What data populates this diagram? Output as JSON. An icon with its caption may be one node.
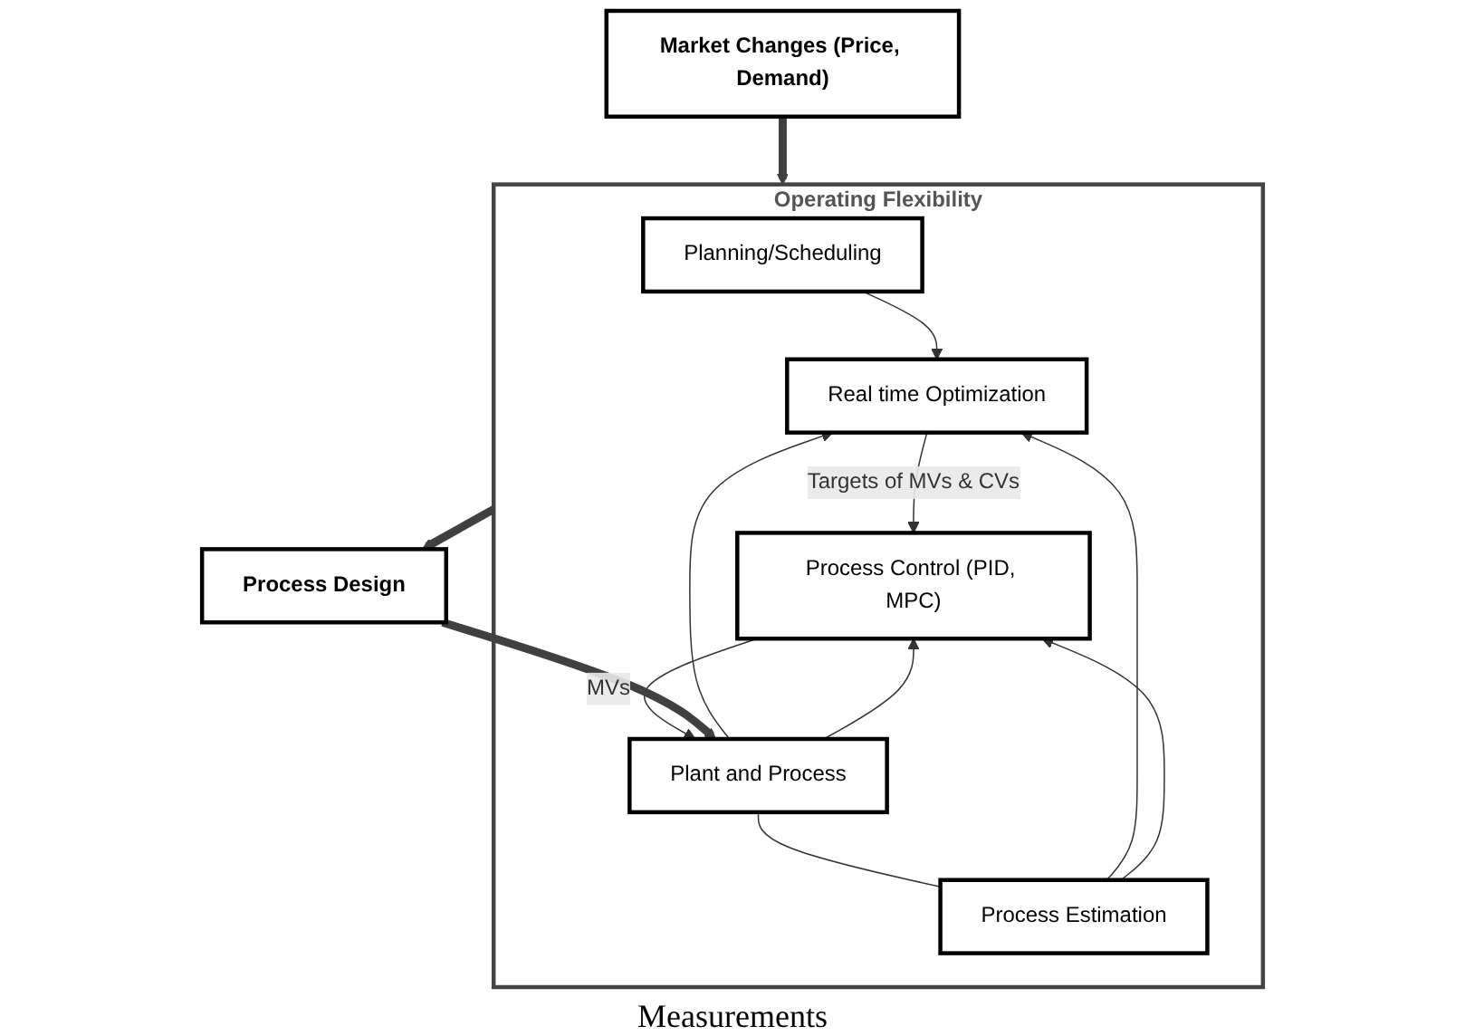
{
  "diagram": {
    "nodes": [
      {
        "text": [
          "Operating Flexibility"
        ]
      },
      {
        "text": [
          "Planning/Scheduling"
        ],
        "in": 0
      },
      {
        "text": [
          "Real time Optimization"
        ],
        "in": 0
      },
      {
        "text": [
          "Process Estimation"
        ],
        "in": 0
      },
      {
        "text": [
          "Process Control (PID, MPC)"
        ],
        "in": 0
      },
      {
        "text": [
          "Plant and Process"
        ],
        "in": 0
      },
      {
        "text": [
          "Process Design"
        ]
      },
      {
        "text": [
          "Market Changes (Price, Demand)"
        ]
      }
    ],
    "edges": [
      {
        "from": 1,
        "to": 2,
        "arrow": "to"
      },
      {
        "from": 3,
        "to": 2,
        "arrow": "to"
      },
      {
        "from": 2,
        "to": 4,
        "arrow": "to",
        "label": "Targets of MVs & CVs"
      },
      {
        "from": 3,
        "to": 4,
        "arrow": "to"
      },
      {
        "from": 4,
        "to": 5,
        "arrow": "to",
        "label": "MVs"
      },
      {
        "from": 5,
        "to": 2,
        "arrow": "to"
      },
      {
        "from": 5,
        "to": 4,
        "arrow": "to"
      },
      {
        "from": 5,
        "to": 3,
        "arrow": "none"
      },
      {
        "from": 6,
        "to": 5,
        "arrow": "to",
        "style": "thick",
        "color": "#404040"
      },
      {
        "from": 0,
        "to": 6,
        "arrow": "to",
        "style": "thick",
        "color": "#404040"
      },
      {
        "from": 7,
        "to": 0,
        "arrow": "to",
        "style": "thick",
        "color": "#404040"
      }
    ],
    "labels": [
      "Measurements"
    ]
  }
}
